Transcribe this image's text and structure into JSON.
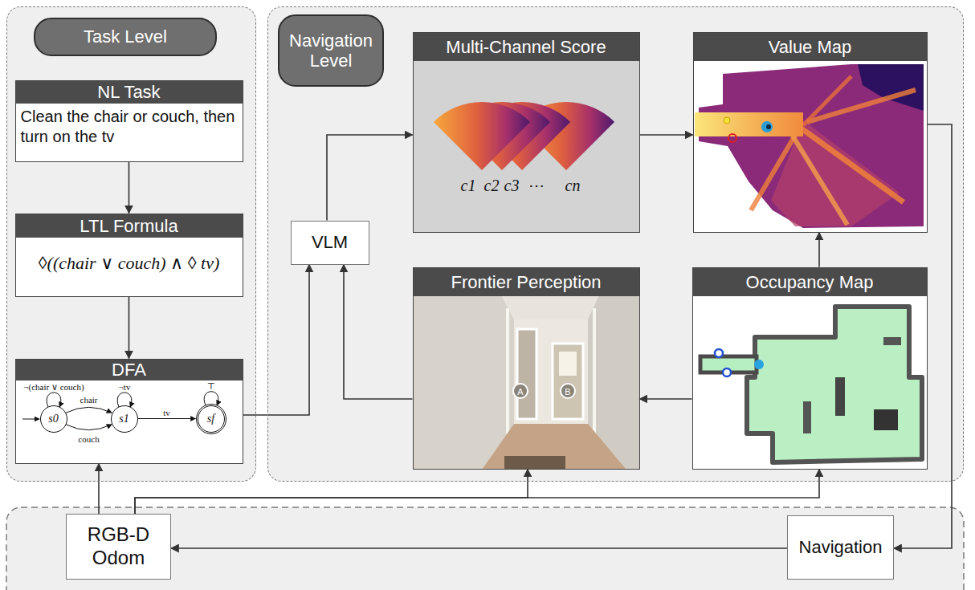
{
  "diagram": {
    "nodes": [
      {
        "text": [
          "Task Level"
        ]
      },
      {
        "text": [
          "NL Task",
          "Clean the chair or couch, then turn on the tv"
        ],
        "in": 0
      },
      {
        "text": [
          "LTL Formula",
          "◊((chair ∨ couch) ∧ ◊ tv)"
        ],
        "in": 0
      },
      {
        "text": [
          "DFA"
        ],
        "in": 0
      },
      {
        "text": [
          "s0"
        ],
        "in": 3
      },
      {
        "text": [
          "s1"
        ],
        "in": 3
      },
      {
        "text": [
          "sf"
        ],
        "in": 3
      },
      {
        "text": [
          "Navigation Level"
        ]
      },
      {
        "text": [
          "Multi-Channel Score"
        ],
        "in": 7
      },
      {
        "text": [
          "Value Map"
        ],
        "in": 7
      },
      {
        "text": [
          "VLM"
        ],
        "in": 7
      },
      {
        "text": [
          "Frontier Perception"
        ],
        "in": 7
      },
      {
        "text": [
          "Occupancy Map"
        ],
        "in": 7
      },
      {
        "text": [
          "RGB-D Odom"
        ]
      },
      {
        "text": [
          "Navigation"
        ]
      }
    ],
    "edges": [
      {
        "from": 1,
        "to": 2,
        "arrow": "to"
      },
      {
        "from": 2,
        "to": 3,
        "arrow": "to"
      },
      {
        "from": 4,
        "to": 5,
        "label": "chair",
        "arrow": "to"
      },
      {
        "from": 4,
        "to": 5,
        "label": "couch",
        "arrow": "to"
      },
      {
        "from": 5,
        "to": 6,
        "label": "tv",
        "arrow": "to"
      },
      {
        "from": 3,
        "to": 10,
        "arrow": "to"
      },
      {
        "from": 10,
        "to": 8,
        "arrow": "to"
      },
      {
        "from": 11,
        "to": 10,
        "arrow": "to"
      },
      {
        "from": 8,
        "to": 9,
        "arrow": "to"
      },
      {
        "from": 12,
        "to": 9,
        "arrow": "to"
      },
      {
        "from": 12,
        "to": 11,
        "arrow": "to"
      },
      {
        "from": 9,
        "to": 14,
        "arrow": "to"
      },
      {
        "from": 14,
        "to": 13,
        "arrow": "to"
      },
      {
        "from": 13,
        "to": 3,
        "arrow": "to"
      },
      {
        "from": 13,
        "to": 11,
        "arrow": "to"
      },
      {
        "from": 13,
        "to": 12,
        "arrow": "to"
      }
    ],
    "labels": [
      "¬(chair ∨ couch)",
      "¬tv",
      "⊤",
      "c1",
      "c2",
      "c3",
      "⋯",
      "cn",
      "A",
      "B"
    ]
  }
}
